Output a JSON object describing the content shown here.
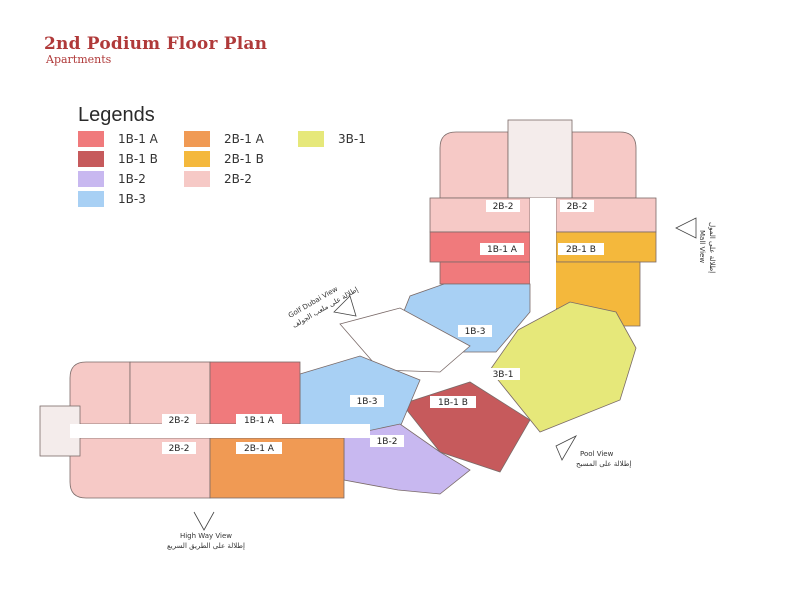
{
  "header": {
    "title": "2nd Podium Floor Plan",
    "subtitle": "Apartments"
  },
  "legend": {
    "title": "Legends",
    "items": [
      {
        "label": "1B-1 A",
        "color": "#f07a7c"
      },
      {
        "label": "1B-1 B",
        "color": "#c65a5c"
      },
      {
        "label": "1B-2",
        "color": "#c8b8f0"
      },
      {
        "label": "1B-3",
        "color": "#a8d0f4"
      },
      {
        "label": "2B-1 A",
        "color": "#f09a54"
      },
      {
        "label": "2B-1 B",
        "color": "#f4b83c"
      },
      {
        "label": "2B-2",
        "color": "#f6c9c6"
      },
      {
        "label": "3B-1",
        "color": "#e6e87a"
      }
    ]
  },
  "units": [
    {
      "label": "2B-2",
      "color": "#f6c9c6"
    },
    {
      "label": "2B-2",
      "color": "#f6c9c6"
    },
    {
      "label": "1B-1 A",
      "color": "#f07a7c"
    },
    {
      "label": "2B-1 B",
      "color": "#f4b83c"
    },
    {
      "label": "1B-3",
      "color": "#a8d0f4"
    },
    {
      "label": "3B-1",
      "color": "#e6e87a"
    },
    {
      "label": "1B-3",
      "color": "#a8d0f4"
    },
    {
      "label": "1B-1 B",
      "color": "#c65a5c"
    },
    {
      "label": "1B-2",
      "color": "#c8b8f0"
    },
    {
      "label": "2B-2",
      "color": "#f6c9c6"
    },
    {
      "label": "1B-1 A",
      "color": "#f07a7c"
    },
    {
      "label": "2B-2",
      "color": "#f6c9c6"
    },
    {
      "label": "2B-1 A",
      "color": "#f09a54"
    }
  ],
  "views": {
    "mall_view": {
      "en": "Mall View",
      "ar": "إطلالة على المول"
    },
    "golf_view": {
      "en": "Golf Dubai View",
      "ar": "إطلالة على ملعب الجولف"
    },
    "pool_view": {
      "en": "Pool View",
      "ar": "إطلالة على المسبح"
    },
    "highway_view": {
      "en": "High Way View",
      "ar": "إطلالة على الطريق السريع"
    }
  }
}
